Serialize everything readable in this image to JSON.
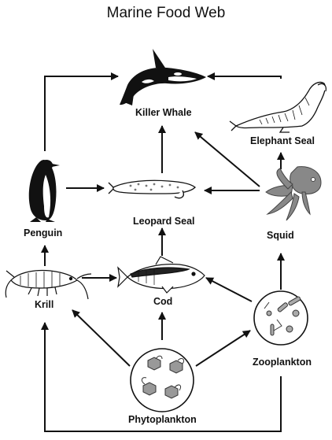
{
  "title": "Marine Food Web",
  "organisms": {
    "killer_whale": "Killer Whale",
    "elephant_seal": "Elephant Seal",
    "penguin": "Penguin",
    "leopard_seal": "Leopard Seal",
    "squid": "Squid",
    "krill": "Krill",
    "cod": "Cod",
    "zooplankton": "Zooplankton",
    "phytoplankton": "Phytoplankton"
  },
  "links": [
    {
      "from": "Penguin",
      "to": "Killer Whale"
    },
    {
      "from": "Elephant Seal",
      "to": "Killer Whale"
    },
    {
      "from": "Leopard Seal",
      "to": "Killer Whale"
    },
    {
      "from": "Squid",
      "to": "Killer Whale"
    },
    {
      "from": "Squid",
      "to": "Elephant Seal"
    },
    {
      "from": "Penguin",
      "to": "Leopard Seal"
    },
    {
      "from": "Squid",
      "to": "Leopard Seal"
    },
    {
      "from": "Cod",
      "to": "Leopard Seal"
    },
    {
      "from": "Krill",
      "to": "Penguin"
    },
    {
      "from": "Zooplankton",
      "to": "Squid"
    },
    {
      "from": "Krill",
      "to": "Cod"
    },
    {
      "from": "Zooplankton",
      "to": "Cod"
    },
    {
      "from": "Phytoplankton",
      "to": "Cod"
    },
    {
      "from": "Phytoplankton",
      "to": "Krill"
    },
    {
      "from": "Phytoplankton",
      "to": "Zooplankton"
    },
    {
      "from": "Zooplankton",
      "to": "Krill"
    }
  ]
}
